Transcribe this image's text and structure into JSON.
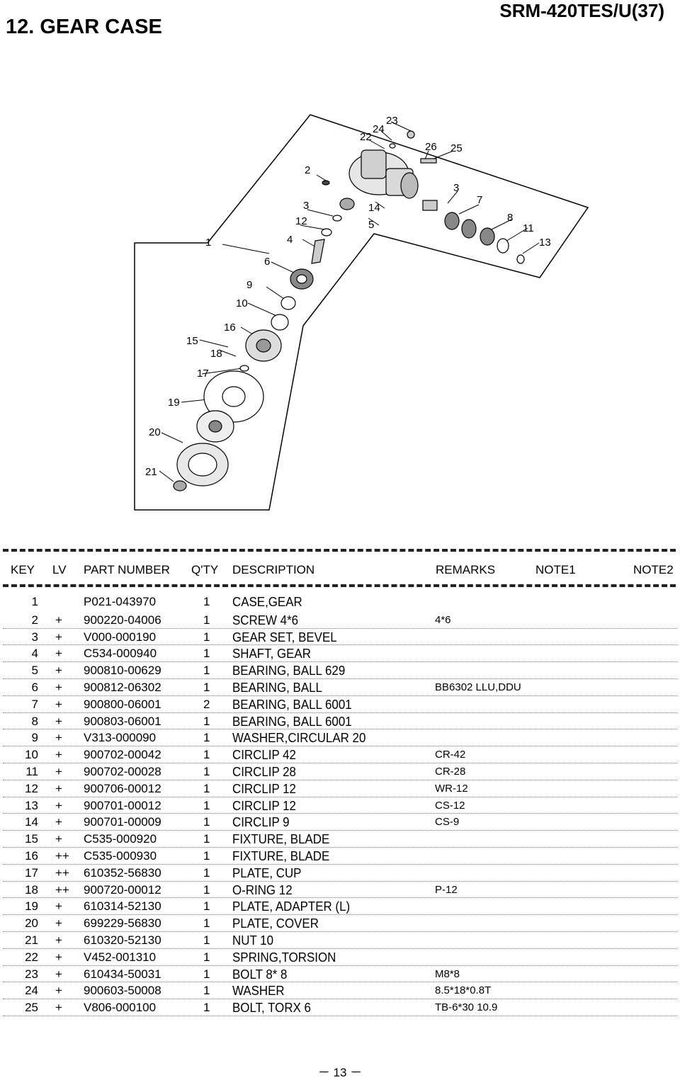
{
  "header": {
    "title": "12. GEAR CASE",
    "model": "SRM-420TES/U(37)"
  },
  "diagram": {
    "callouts": [
      "23",
      "24",
      "22",
      "26",
      "25",
      "2",
      "3",
      "7",
      "14",
      "12",
      "5",
      "8",
      "11",
      "13",
      "1",
      "4",
      "6",
      "9",
      "10",
      "16",
      "15",
      "18",
      "17",
      "19",
      "20",
      "21",
      "3"
    ]
  },
  "table": {
    "columns": [
      "KEY",
      "LV",
      "PART NUMBER",
      "Q'TY",
      "DESCRIPTION",
      "REMARKS",
      "NOTE1",
      "NOTE2"
    ],
    "rows": [
      {
        "key": "1",
        "lv": "",
        "pn": "P021-043970",
        "qty": "1",
        "desc": "CASE,GEAR",
        "rem": ""
      },
      {
        "key": "2",
        "lv": "+",
        "pn": "900220-04006",
        "qty": "1",
        "desc": "SCREW 4*6",
        "rem": "4*6"
      },
      {
        "key": "3",
        "lv": "+",
        "pn": "V000-000190",
        "qty": "1",
        "desc": "GEAR SET, BEVEL",
        "rem": ""
      },
      {
        "key": "4",
        "lv": "+",
        "pn": "C534-000940",
        "qty": "1",
        "desc": "SHAFT, GEAR",
        "rem": ""
      },
      {
        "key": "5",
        "lv": "+",
        "pn": "900810-00629",
        "qty": "1",
        "desc": "BEARING, BALL  629",
        "rem": ""
      },
      {
        "key": "6",
        "lv": "+",
        "pn": "900812-06302",
        "qty": "1",
        "desc": "BEARING, BALL",
        "rem": "BB6302 LLU,DDU"
      },
      {
        "key": "7",
        "lv": "+",
        "pn": "900800-06001",
        "qty": "2",
        "desc": "BEARING, BALL  6001",
        "rem": ""
      },
      {
        "key": "8",
        "lv": "+",
        "pn": "900803-06001",
        "qty": "1",
        "desc": "BEARING, BALL  6001",
        "rem": ""
      },
      {
        "key": "9",
        "lv": "+",
        "pn": "V313-000090",
        "qty": "1",
        "desc": "WASHER,CIRCULAR 20",
        "rem": ""
      },
      {
        "key": "10",
        "lv": "+",
        "pn": "900702-00042",
        "qty": "1",
        "desc": "CIRCLIP  42",
        "rem": "CR-42"
      },
      {
        "key": "11",
        "lv": "+",
        "pn": "900702-00028",
        "qty": "1",
        "desc": "CIRCLIP  28",
        "rem": "CR-28"
      },
      {
        "key": "12",
        "lv": "+",
        "pn": "900706-00012",
        "qty": "1",
        "desc": "CIRCLIP 12",
        "rem": "WR-12"
      },
      {
        "key": "13",
        "lv": "+",
        "pn": "900701-00012",
        "qty": "1",
        "desc": "CIRCLIP  12",
        "rem": "CS-12"
      },
      {
        "key": "14",
        "lv": "+",
        "pn": "900701-00009",
        "qty": "1",
        "desc": "CIRCLIP  9",
        "rem": "CS-9"
      },
      {
        "key": "15",
        "lv": "+",
        "pn": "C535-000920",
        "qty": "1",
        "desc": "FIXTURE, BLADE",
        "rem": ""
      },
      {
        "key": "16",
        "lv": "++",
        "pn": "C535-000930",
        "qty": "1",
        "desc": "FIXTURE, BLADE",
        "rem": ""
      },
      {
        "key": "17",
        "lv": "++",
        "pn": "610352-56830",
        "qty": "1",
        "desc": "PLATE, CUP",
        "rem": ""
      },
      {
        "key": "18",
        "lv": "++",
        "pn": "900720-00012",
        "qty": "1",
        "desc": "O-RING  12",
        "rem": "P-12"
      },
      {
        "key": "19",
        "lv": "+",
        "pn": "610314-52130",
        "qty": "1",
        "desc": "PLATE, ADAPTER  (L)",
        "rem": ""
      },
      {
        "key": "20",
        "lv": "+",
        "pn": "699229-56830",
        "qty": "1",
        "desc": "PLATE, COVER",
        "rem": ""
      },
      {
        "key": "21",
        "lv": "+",
        "pn": "610320-52130",
        "qty": "1",
        "desc": "NUT  10",
        "rem": ""
      },
      {
        "key": "22",
        "lv": "+",
        "pn": "V452-001310",
        "qty": "1",
        "desc": "SPRING,TORSION",
        "rem": ""
      },
      {
        "key": "23",
        "lv": "+",
        "pn": "610434-50031",
        "qty": "1",
        "desc": "BOLT  8* 8",
        "rem": "M8*8"
      },
      {
        "key": "24",
        "lv": "+",
        "pn": "900603-50008",
        "qty": "1",
        "desc": "WASHER",
        "rem": "8.5*18*0.8T"
      },
      {
        "key": "25",
        "lv": "+",
        "pn": "V806-000100",
        "qty": "1",
        "desc": "BOLT, TORX 6",
        "rem": "TB-6*30 10.9"
      }
    ]
  },
  "footer": {
    "page": "－ 13 －"
  }
}
